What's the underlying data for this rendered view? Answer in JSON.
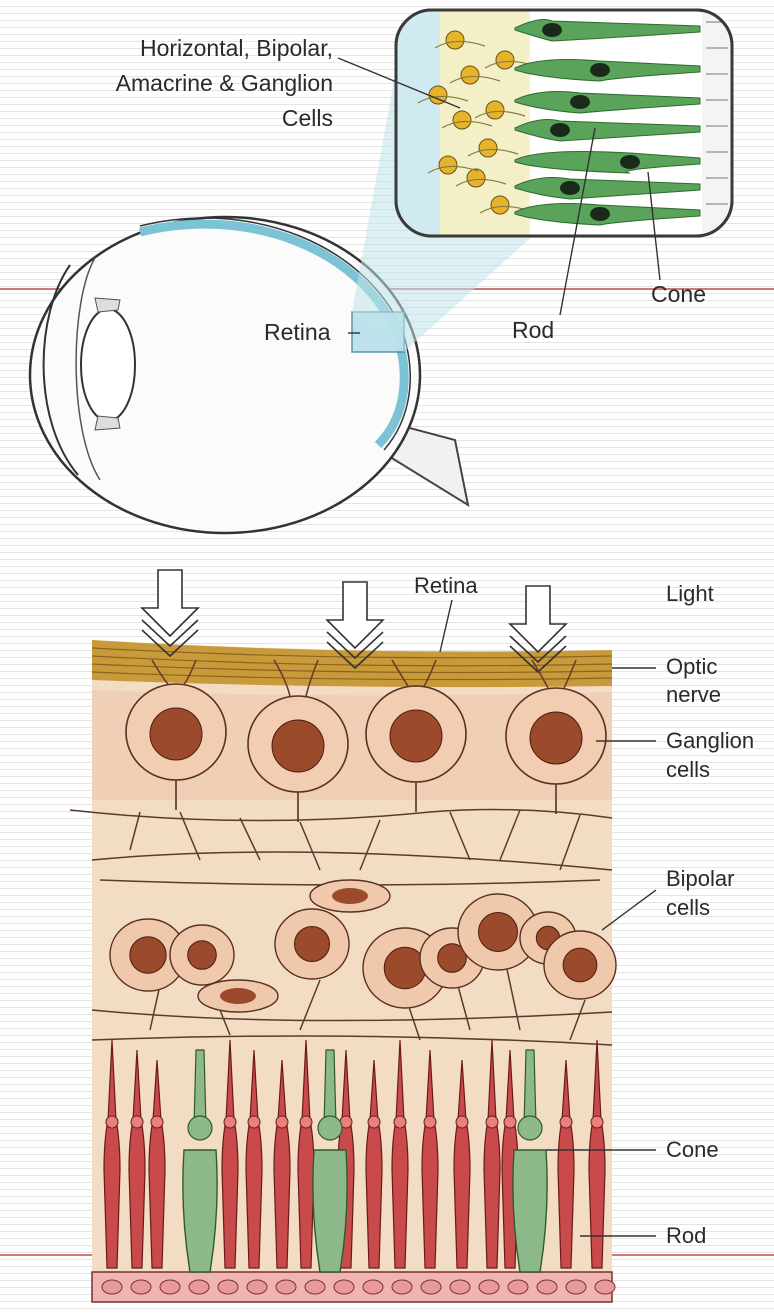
{
  "top_diagram": {
    "inset_label_lines": [
      "Horizontal, Bipolar,",
      "Amacrine & Ganglion",
      "Cells"
    ],
    "retina_label": "Retina",
    "rod_label": "Rod",
    "cone_label": "Cone"
  },
  "bottom_diagram": {
    "retina_label": "Retina",
    "light_label": "Light",
    "optic_nerve_label_lines": [
      "Optic",
      "nerve"
    ],
    "ganglion_label_lines": [
      "Ganglion",
      "cells"
    ],
    "bipolar_label_lines": [
      "Bipolar",
      "cells"
    ],
    "cone_label": "Cone",
    "rod_label": "Rod"
  },
  "colors": {
    "retina_blue": "#7cc3d6",
    "inset_frame": "#3a3a3a",
    "cone_green": "#5aa35a",
    "tissue": "#f3dcc4",
    "nucleus": "#9b4a2c",
    "rod_red": "#c94a4a",
    "cone_bottom_green": "#8db98a",
    "nerve_gold": "#c99a3a",
    "rule_red": "#c24b4b"
  }
}
